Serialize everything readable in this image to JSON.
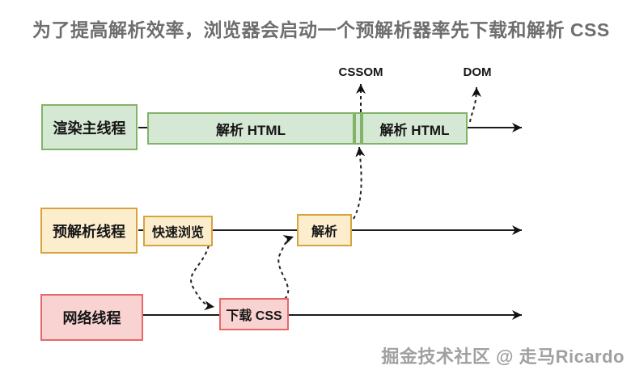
{
  "title": "为了提高解析效率，浏览器会启动一个预解析器率先下载和解析  CSS",
  "annotations": {
    "cssom_label": "CSSOM",
    "dom_label": "DOM"
  },
  "lanes": [
    {
      "label": "渲染主线程",
      "boxes": [
        {
          "label": "解析 HTML"
        },
        {
          "label": "解析 HTML"
        }
      ]
    },
    {
      "label": "预解析线程",
      "boxes": [
        {
          "label": "快速浏览"
        },
        {
          "label": "解析"
        }
      ]
    },
    {
      "label": "网络线程",
      "boxes": [
        {
          "label": "下载 CSS"
        }
      ]
    }
  ],
  "watermark": "掘金技术社区 @ 走马Ricardo",
  "colors": {
    "green_fill": "#d5e8d4",
    "green_border": "#82b366",
    "yellow_fill": "#fcedcd",
    "yellow_border": "#d8a33e",
    "pink_fill": "#f9d3d1",
    "pink_border": "#e5696b",
    "line": "#1a1a1a",
    "title_text": "#6e6e6e",
    "watermark_text": "#a0a0a0"
  }
}
